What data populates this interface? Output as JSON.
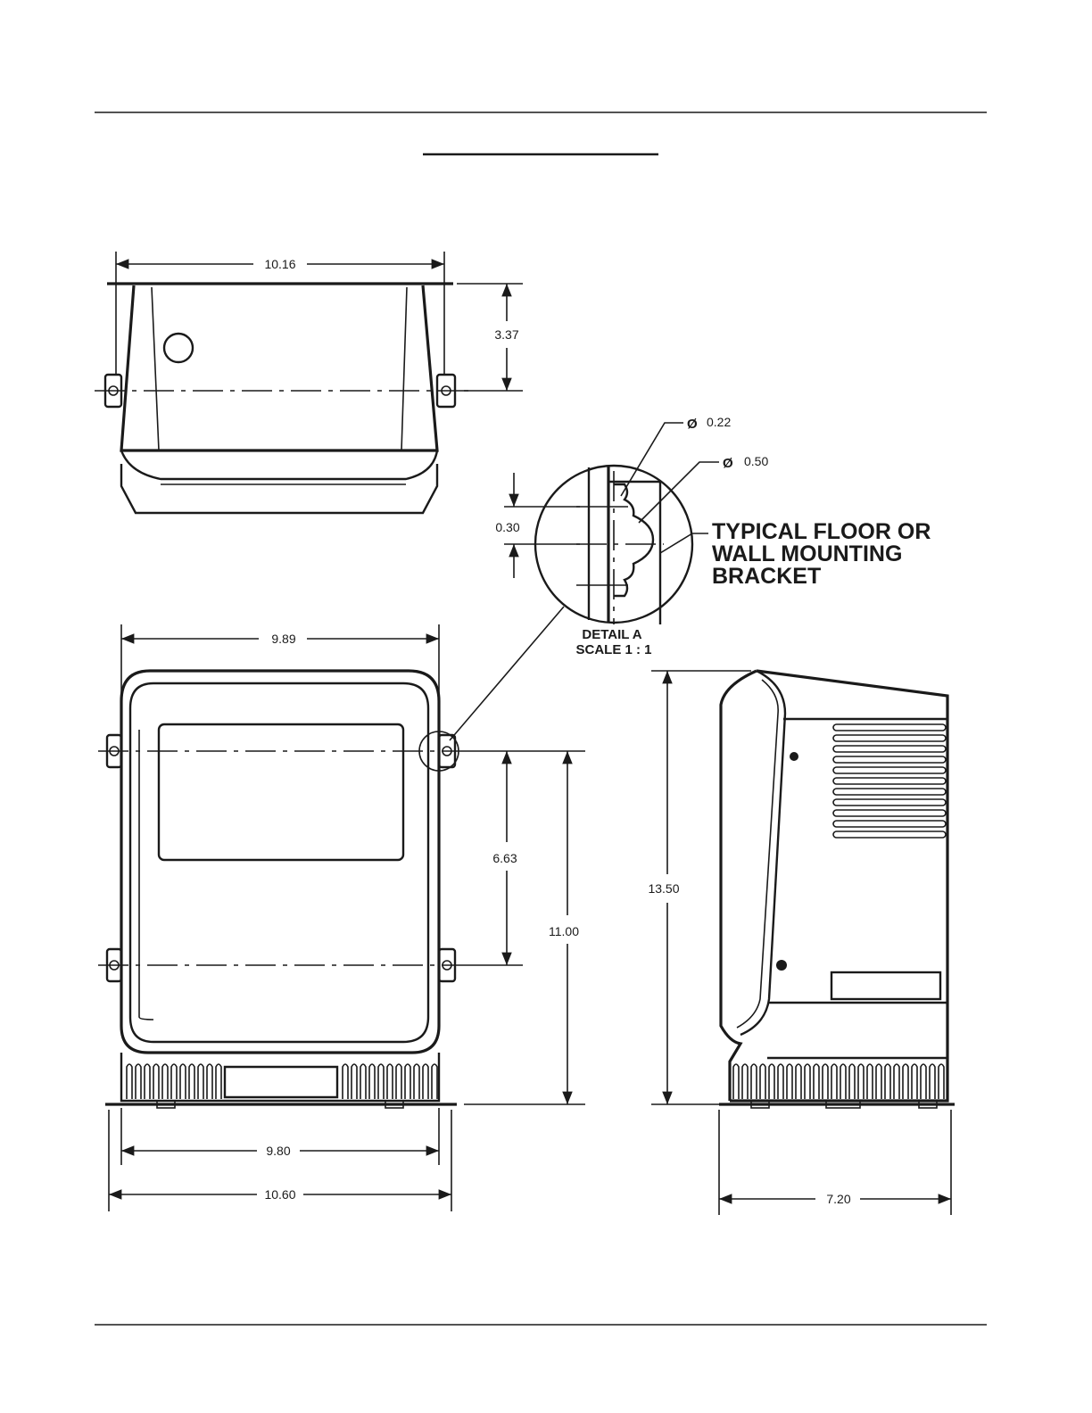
{
  "dimensions": {
    "top_width": "10.16",
    "top_depth": "3.37",
    "front_width_upper": "9.89",
    "mount_spacing": "6.63",
    "front_height": "11.00",
    "front_width_feet": "9.80",
    "front_width_overall": "10.60",
    "side_height": "13.50",
    "side_depth": "7.20",
    "slot_height": "0.30",
    "hole_small": "0.22",
    "hole_large": "0.50"
  },
  "symbols": {
    "diameter": "Ø"
  },
  "detail": {
    "callout_line1": "TYPICAL FLOOR OR",
    "callout_line2": "WALL MOUNTING",
    "callout_line3": "BRACKET",
    "label": "DETAIL A",
    "scale": "SCALE 1 : 1"
  }
}
